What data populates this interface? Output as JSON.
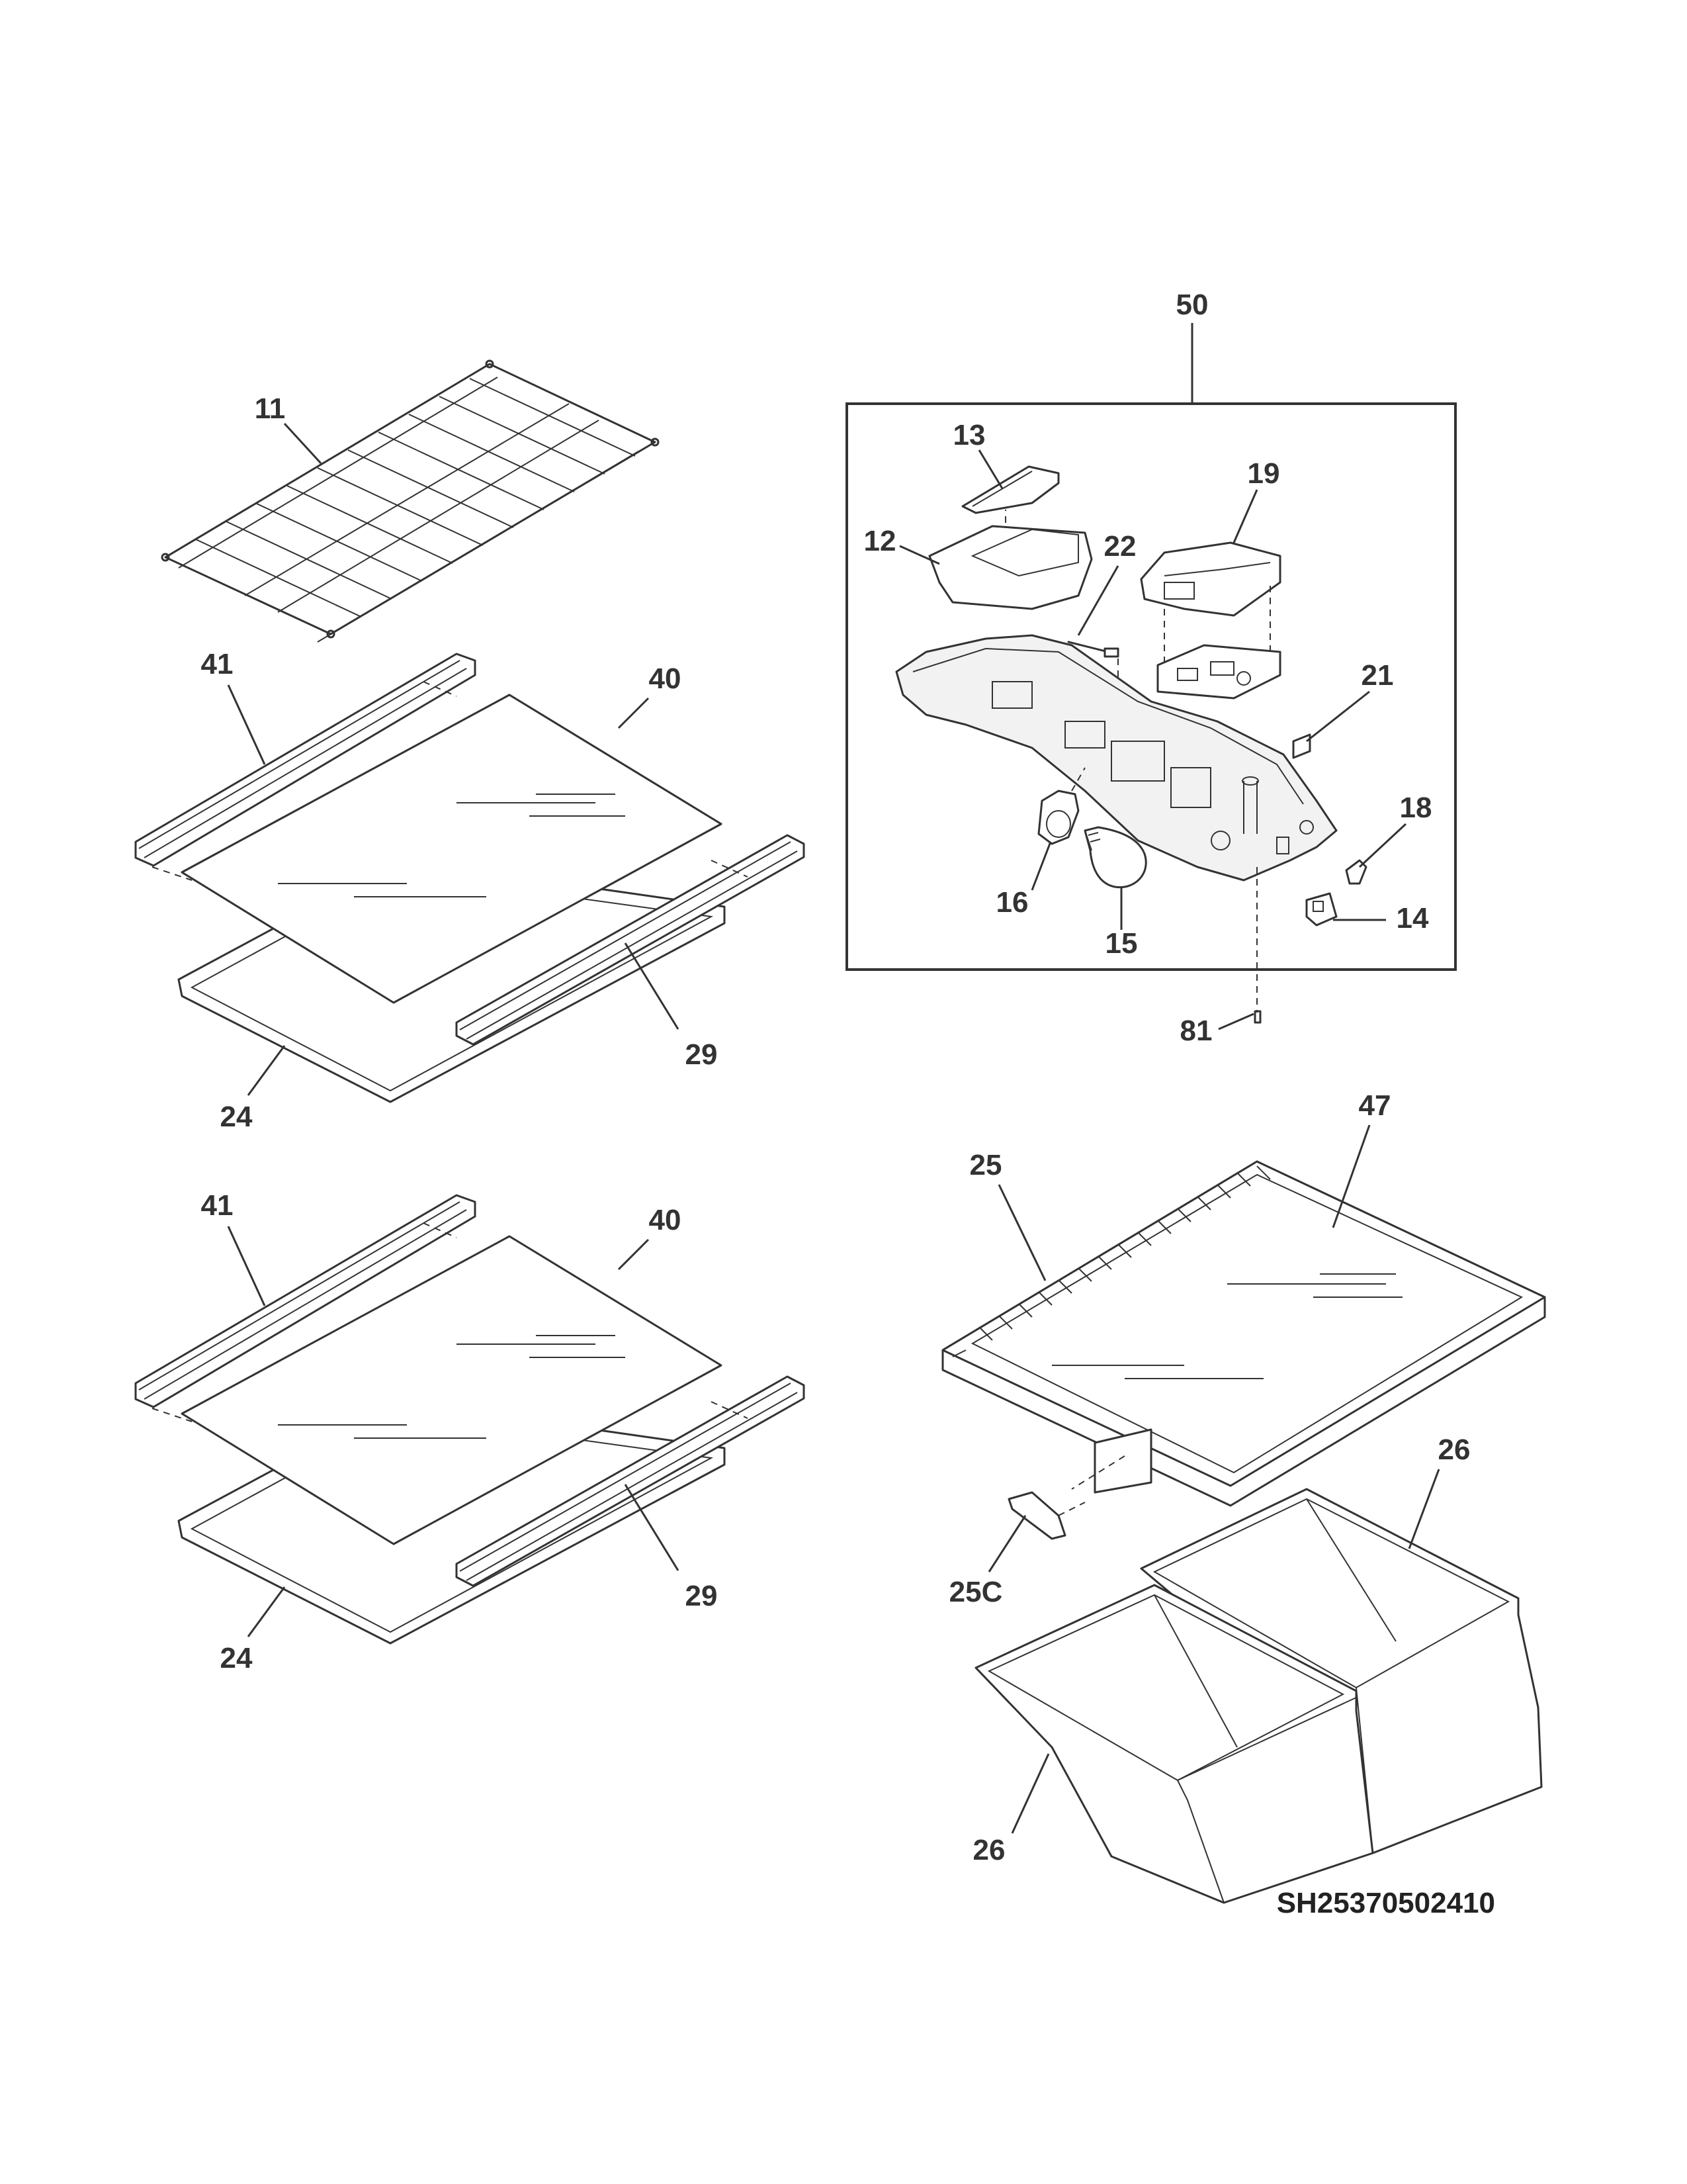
{
  "diagram": {
    "drawing_id": "SH25370502410",
    "callouts": {
      "wire_shelf": "11",
      "glass_shelf_upper": "40",
      "glass_shelf_lower": "40",
      "shelf_frame_upper": "24",
      "shelf_frame_lower": "24",
      "rear_trim_upper": "41",
      "rear_trim_lower": "41",
      "front_trim_upper": "29",
      "front_trim_lower": "29",
      "control_assembly": "50",
      "control_knob": "13",
      "knob_housing": "12",
      "damper": "19",
      "sensor": "22",
      "control_board": "21",
      "switch_small": "18",
      "door_switch": "14",
      "lamp_bulb": "15",
      "lamp_socket": "16",
      "screw": "81",
      "crisper_cover": "47",
      "cover_frame": "25",
      "humidity_control": "25C",
      "crisper_pan_right": "26",
      "crisper_pan_left": "26"
    }
  }
}
